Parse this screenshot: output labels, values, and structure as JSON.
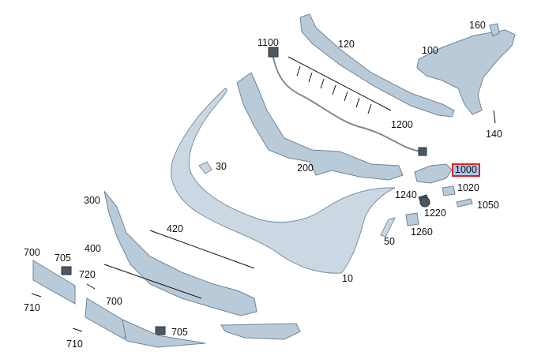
{
  "diagram": {
    "selected_label": "1000",
    "labels": [
      "1100",
      "120",
      "160",
      "100",
      "1200",
      "140",
      "30",
      "200",
      "1000",
      "1020",
      "1240",
      "1220",
      "1050",
      "300",
      "420",
      "1260",
      "50",
      "700",
      "705",
      "400",
      "720",
      "710",
      "10",
      "700",
      "705",
      "710"
    ]
  }
}
